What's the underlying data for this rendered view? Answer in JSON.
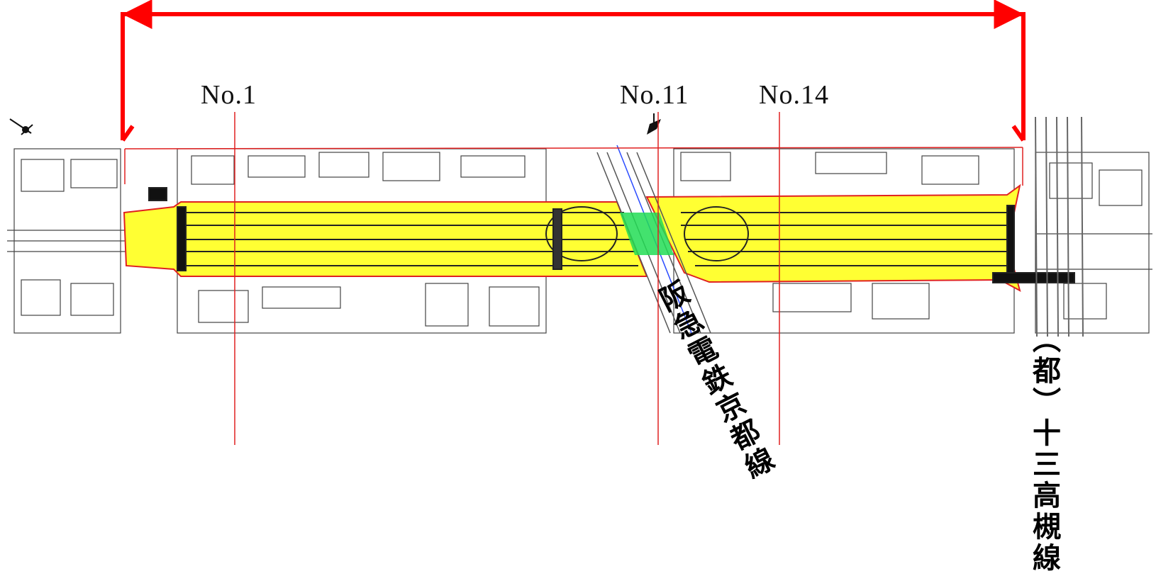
{
  "stations": [
    {
      "label": "No.1"
    },
    {
      "label": "No.11"
    },
    {
      "label": "No.14"
    }
  ],
  "railway_label": "阪急電鉄京都線",
  "road_label": "（都）十三高槻線",
  "colors": {
    "extent_arrow": "#ff0000",
    "construction_area": "#ffff33",
    "outline": "#e02020",
    "crossing_hatch": "#22dd55",
    "rail_center": "#2a4bff",
    "base_lines": "#333333"
  }
}
